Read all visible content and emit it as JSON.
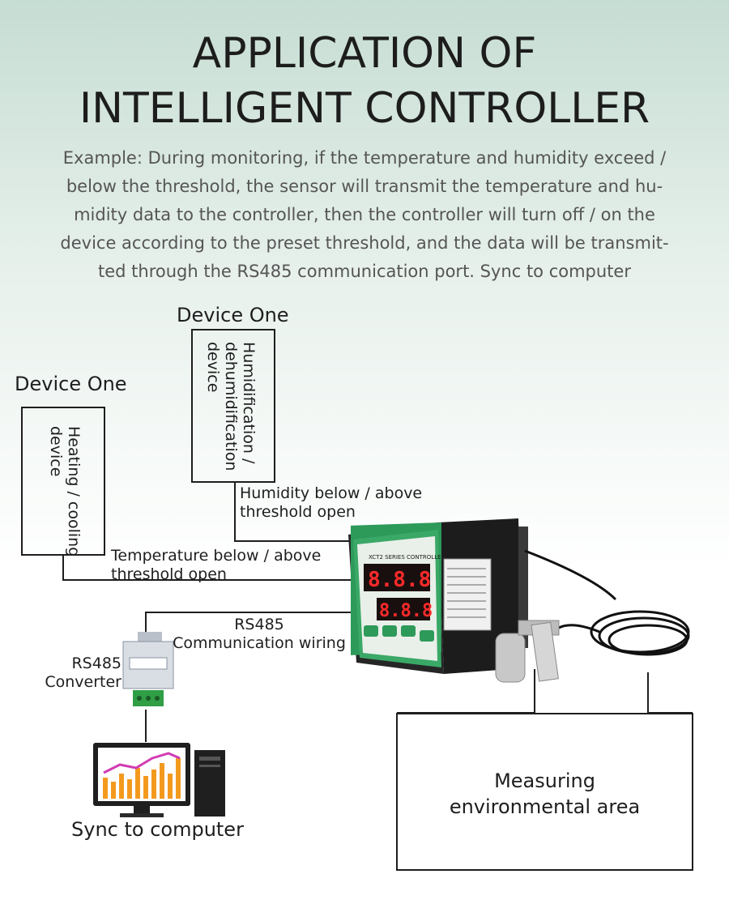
{
  "title": [
    "APPLICATION OF",
    "INTELLIGENT CONTROLLER"
  ],
  "description_lines": [
    "Example: During monitoring, if the temperature and humidity exceed /",
    "below the threshold, the sensor will transmit the temperature and hu-",
    "midity data to the controller, then the controller will turn off / on the",
    "device according to the preset threshold, and the data will be transmit-",
    "ted through the RS485 communication port. Sync to computer"
  ],
  "device_left": {
    "heading": "Device One",
    "box_text": [
      "Heating / cooling",
      "device"
    ],
    "link_label": [
      "Temperature below / above",
      "threshold open"
    ]
  },
  "device_top": {
    "heading": "Device One",
    "box_text": [
      "Humidification /",
      "dehumidification",
      "device"
    ],
    "link_label": [
      "Humidity below / above",
      "threshold open"
    ]
  },
  "rs485": {
    "wiring_label": [
      "RS485",
      "Communication wiring"
    ],
    "converter_label": [
      "RS485",
      "Converter"
    ]
  },
  "computer_label": "Sync to computer",
  "area_label": [
    "Measuring",
    "environmental area"
  ],
  "controller": {
    "brand_label": "XCT2 SERIES CONTROLLER",
    "display_top": "8.8.8",
    "display_bottom": "8.8.8"
  },
  "colors": {
    "controller_green": "#2e9a5a",
    "display_red": "#ff2a2a",
    "chart_orange": "#f39a1e",
    "chart_magenta": "#d23cb4"
  }
}
